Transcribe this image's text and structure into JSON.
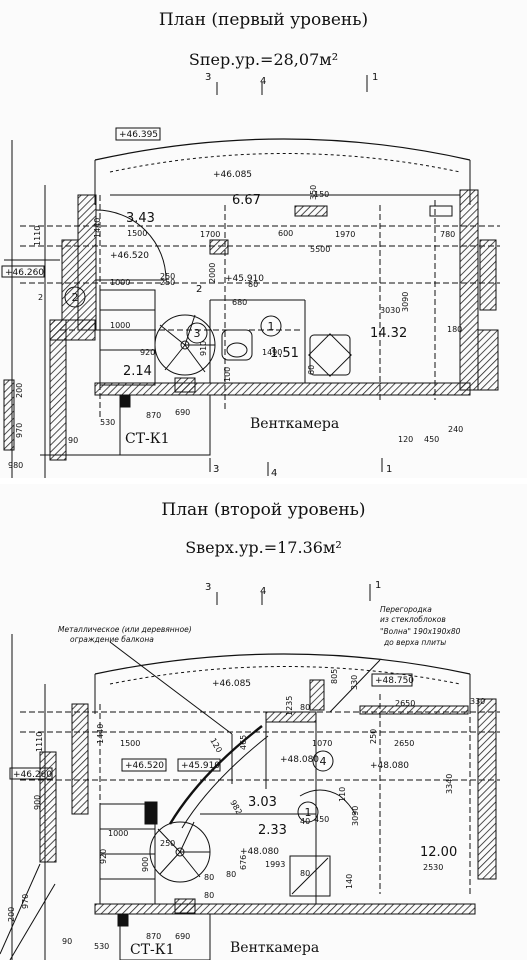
{
  "level1": {
    "title": "План (первый уровень)",
    "area": "Sпер.ур.=28,07м²",
    "section_marks": [
      "3",
      "4",
      "1"
    ],
    "bottom_marks": [
      "3",
      "4",
      "1"
    ],
    "elevations": [
      "+46.395",
      "+46.085",
      "+46.520",
      "+46.260",
      "+45.910"
    ],
    "room_areas": [
      "3.43",
      "6.67",
      "14.32",
      "1.51",
      "2.14"
    ],
    "circled": [
      "2",
      "3",
      "1"
    ],
    "dims": [
      "1440",
      "1110",
      "1500",
      "1700",
      "600",
      "350",
      "1970",
      "780",
      "5500",
      "2000",
      "250",
      "80",
      "680",
      "3030",
      "3090",
      "180",
      "1000",
      "920",
      "910",
      "1000",
      "870",
      "690",
      "530",
      "90",
      "970",
      "200",
      "980",
      "250",
      "120",
      "450",
      "240",
      "150",
      "2",
      "60",
      "100",
      "1490"
    ],
    "labels": {
      "vent": "Венткамера",
      "stair": "СТ-К1",
      "arrow": "2"
    }
  },
  "level2": {
    "title": "План (второй уровень)",
    "area": "Sверх.ур.=17.36м²",
    "section_marks": [
      "3",
      "4",
      "1"
    ],
    "elevations": [
      "+46.085",
      "+48.750",
      "+46.520",
      "+45.910",
      "+48.080",
      "+48.080",
      "+48.080",
      "+46.260"
    ],
    "room_areas": [
      "3.03",
      "2.33",
      "12.00"
    ],
    "circled": [
      "4",
      "1"
    ],
    "dims": [
      "1440",
      "1110",
      "1500",
      "1235",
      "805",
      "330",
      "2650",
      "330",
      "465",
      "1070",
      "80",
      "250",
      "2650",
      "3340",
      "3090",
      "110",
      "40",
      "450",
      "2530",
      "1993",
      "140",
      "676",
      "80",
      "80",
      "900",
      "1000",
      "920",
      "900",
      "200",
      "970",
      "90",
      "530",
      "870",
      "690",
      "120",
      "982",
      "250",
      "80",
      "80"
    ],
    "notes": {
      "balcony": [
        "Металлическое (или деревянное)",
        "ограждение балкона"
      ],
      "partition": [
        "Перегородка",
        "из стеклоблоков",
        "\"Волна\" 190х190х80",
        "до верха плиты"
      ]
    },
    "labels": {
      "vent": "Венткамера",
      "stair": "СТ-К1"
    }
  },
  "colors": {
    "ink": "#111111",
    "paper": "#fbfbfb",
    "hatch": "#222222"
  }
}
